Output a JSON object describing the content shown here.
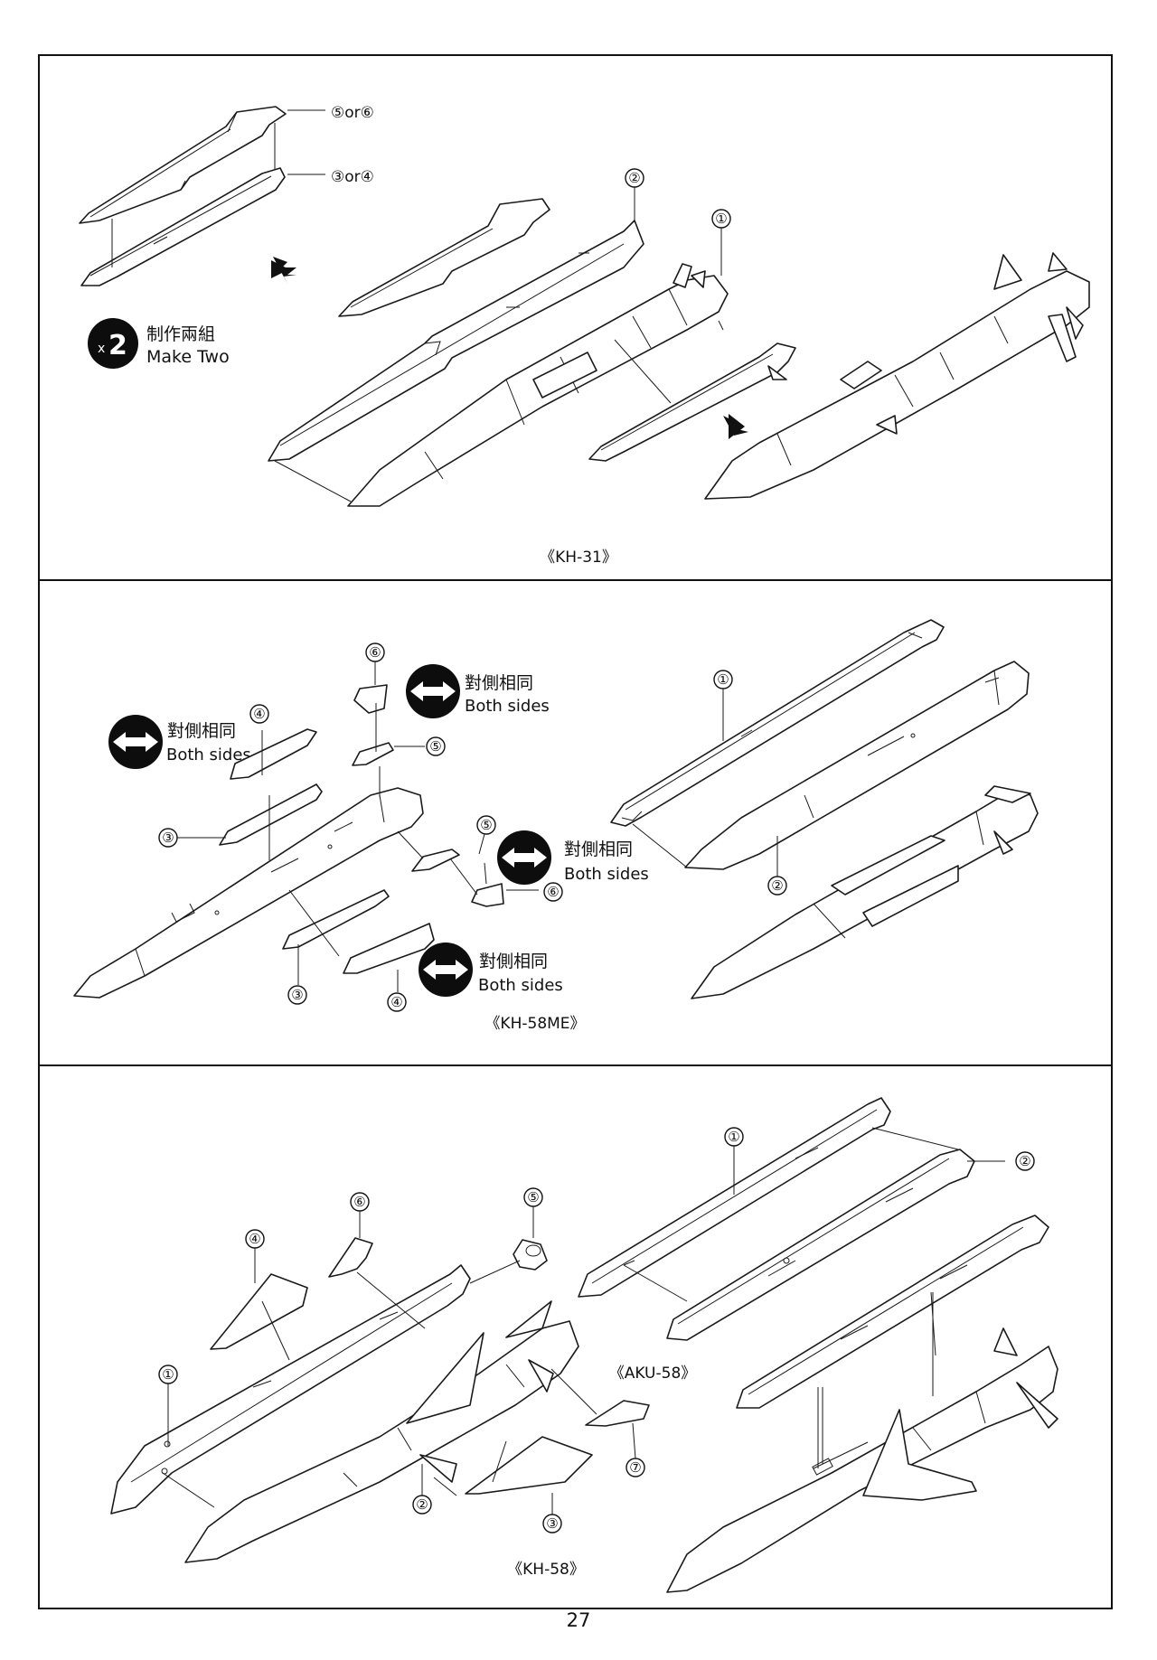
{
  "page": {
    "page_number": "27"
  },
  "panel_kh31": {
    "caption": "《KH-31》",
    "callout_or_1": "⑤or⑥",
    "callout_or_2": "③or④",
    "make_two_cn": "制作兩組",
    "make_two_en": "Make Two",
    "badge": "x2",
    "part_numbers": [
      "②",
      "①"
    ]
  },
  "panel_kh58me": {
    "caption": "《KH-58ME》",
    "both_sides_cn": "對側相同",
    "both_sides_en": "Both sides",
    "part_numbers": [
      "⑥",
      "④",
      "⑤",
      "③",
      "⑤",
      "⑥",
      "③",
      "④",
      "①",
      "②"
    ]
  },
  "panel_kh58": {
    "caption": "《KH-58》",
    "aku_caption": "《AKU-58》",
    "part_numbers": [
      "①",
      "②",
      "⑥",
      "⑤",
      "④",
      "①",
      "②",
      "③",
      "⑦"
    ]
  },
  "icons": {
    "double_arrow": "left-right-arrow-icon",
    "step_arrow": "right-arrow-icon"
  }
}
